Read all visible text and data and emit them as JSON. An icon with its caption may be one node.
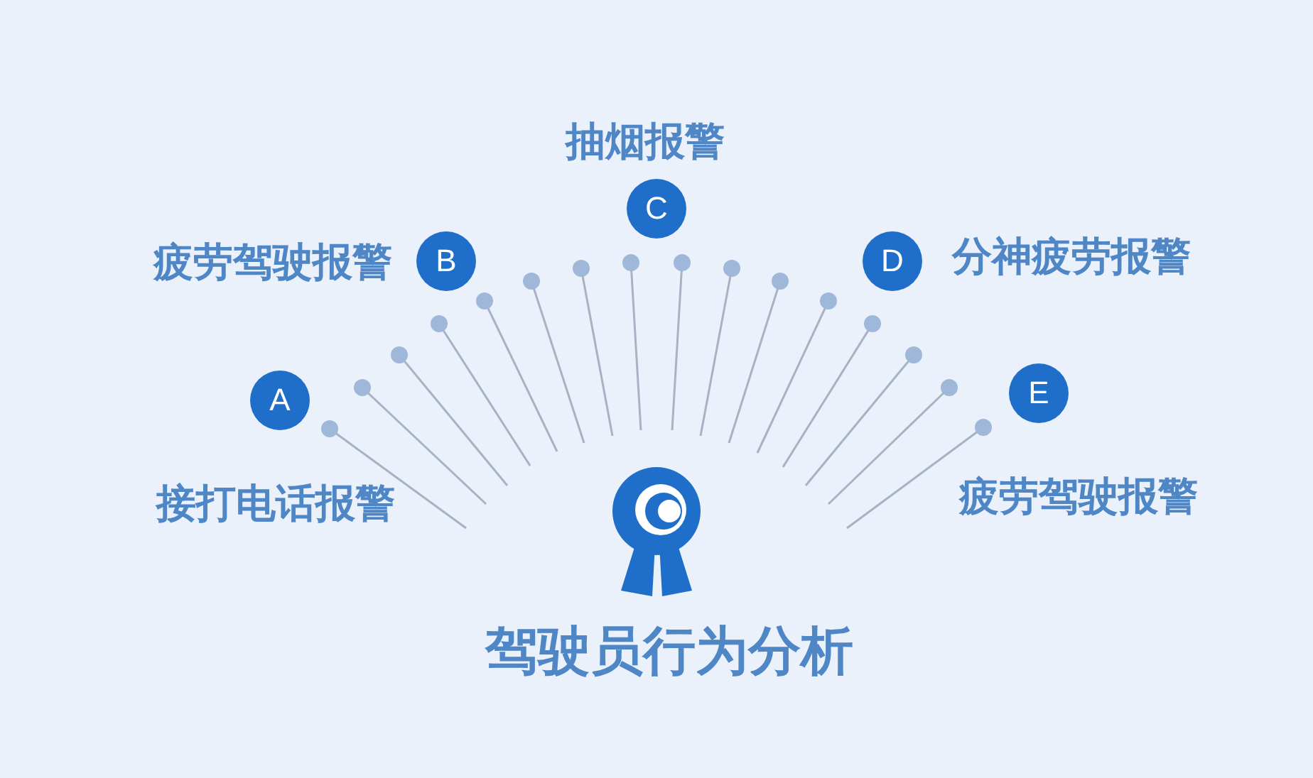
{
  "diagram": {
    "title": "驾驶员行为分析",
    "nodes": [
      {
        "text": [
          "A"
        ],
        "beside": [
          "接打电话报警"
        ]
      },
      {
        "text": [
          "B"
        ],
        "beside": [
          "疲劳驾驶报警"
        ]
      },
      {
        "text": [
          "C"
        ],
        "beside": [
          "抽烟报警"
        ]
      },
      {
        "text": [
          "D"
        ],
        "beside": [
          "分神疲劳报警"
        ]
      },
      {
        "text": [
          "E"
        ],
        "beside": [
          "疲劳驾驶报警"
        ]
      }
    ]
  }
}
